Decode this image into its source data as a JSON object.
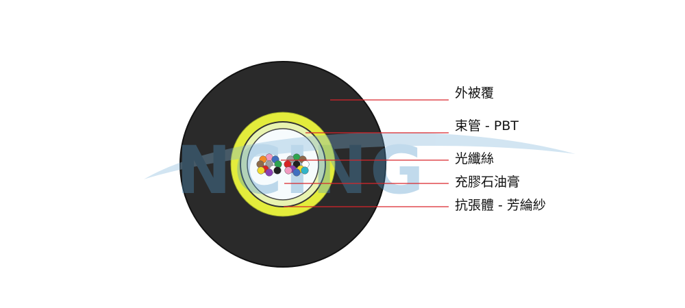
{
  "watermark": {
    "text": "NCING",
    "color": "#4f97c9"
  },
  "labels": [
    {
      "text": "外被覆"
    },
    {
      "text": "束管 - PBT"
    },
    {
      "text": "光纖絲"
    },
    {
      "text": "充膠石油膏"
    },
    {
      "text": "抗張體 - 芳綸紗"
    }
  ],
  "colors": {
    "outer_jacket": "#2a2a2a",
    "aramid_yarn": "#e3ec3c",
    "tube_ring": "#e8f3b0",
    "gel": "#f6fbfd",
    "leader_line": "#d9252a",
    "fibers": [
      "#f19ac0",
      "#3f6fbf",
      "#f28c28",
      "#2ea44f",
      "#8d6b4c",
      "#9e9e9e",
      "#ffffff",
      "#d82323",
      "#222222",
      "#f2dc2b",
      "#8a3fb3",
      "#32b4c8"
    ]
  }
}
